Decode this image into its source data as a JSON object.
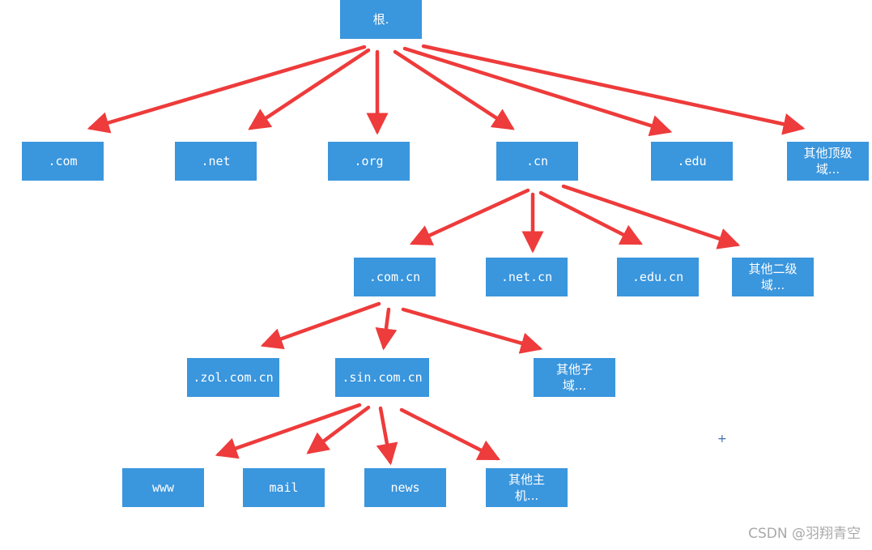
{
  "nodes": {
    "root": "根.",
    "com": ".com",
    "net": ".net",
    "org": ".org",
    "cn": ".cn",
    "edu": ".edu",
    "other_tld": "其他顶级\n域...",
    "com_cn": ".com.cn",
    "net_cn": ".net.cn",
    "edu_cn": ".edu.cn",
    "other_sld": "其他二级\n域...",
    "zol": ".zol.com.cn",
    "sin": ".sin.com.cn",
    "other_sub": "其他子\n域...",
    "www": "www",
    "mail": "mail",
    "news": "news",
    "other_host": "其他主\n机..."
  },
  "cursor_glyph": "+",
  "watermark": "CSDN @羽翔青空",
  "colors": {
    "node_fill": "#3a96dd",
    "node_text": "#ffffff",
    "arrow": "#ee3b3b"
  }
}
